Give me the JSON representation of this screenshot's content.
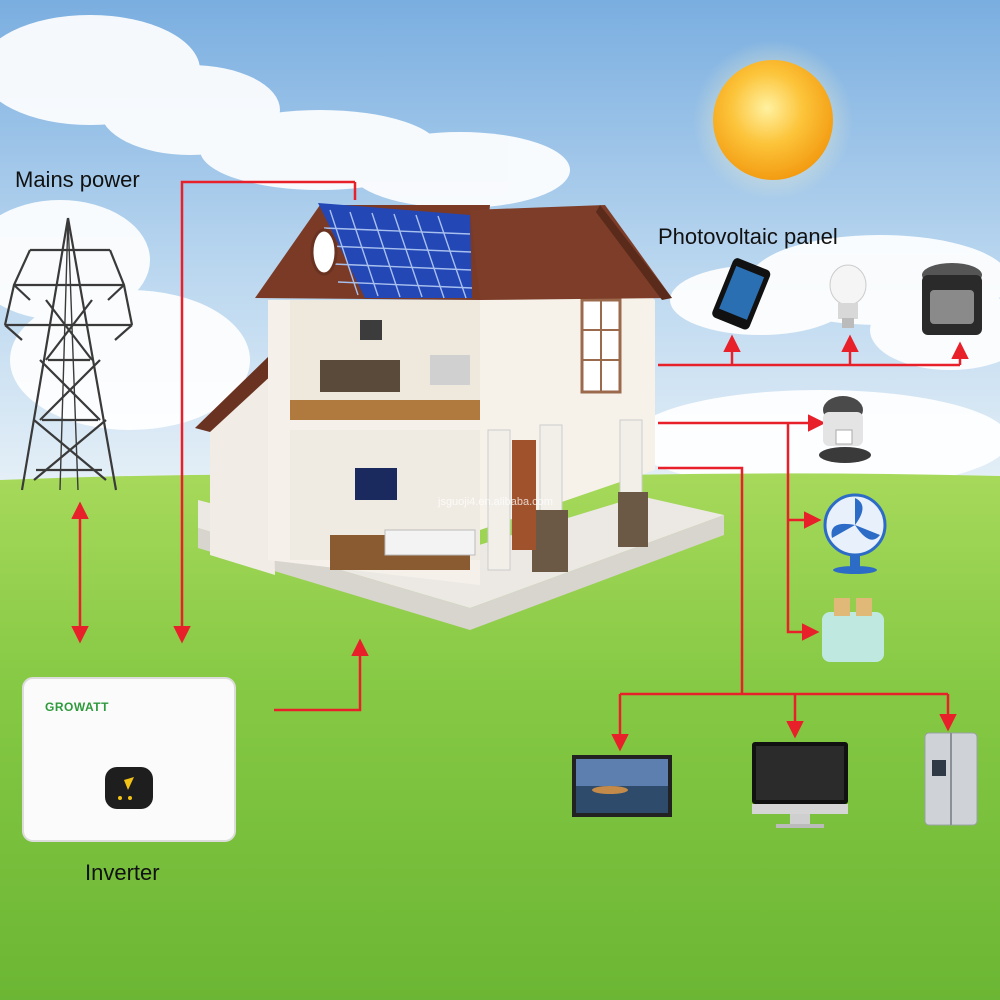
{
  "labels": {
    "mains_power": "Mains power",
    "photovoltaic_panel": "Photovoltaic panel",
    "inverter": "Inverter"
  },
  "inverter": {
    "brand": "GROWATT"
  },
  "watermark": "jsguoji4.en.alibaba.com",
  "colors": {
    "wire": "#e8202a",
    "sky_top": "#7fb2e4",
    "grass": "#79c33f",
    "roof": "#7a3a26",
    "solar_panel": "#1d47b8",
    "sun": "#f7b51b",
    "inverter_brand": "#2e9a3c"
  },
  "appliances": [
    "phone-icon",
    "light-bulb-icon",
    "rice-cooker-icon",
    "coffee-maker-icon",
    "fan-icon",
    "toaster-icon",
    "tv-icon",
    "monitor-icon",
    "refrigerator-icon"
  ]
}
